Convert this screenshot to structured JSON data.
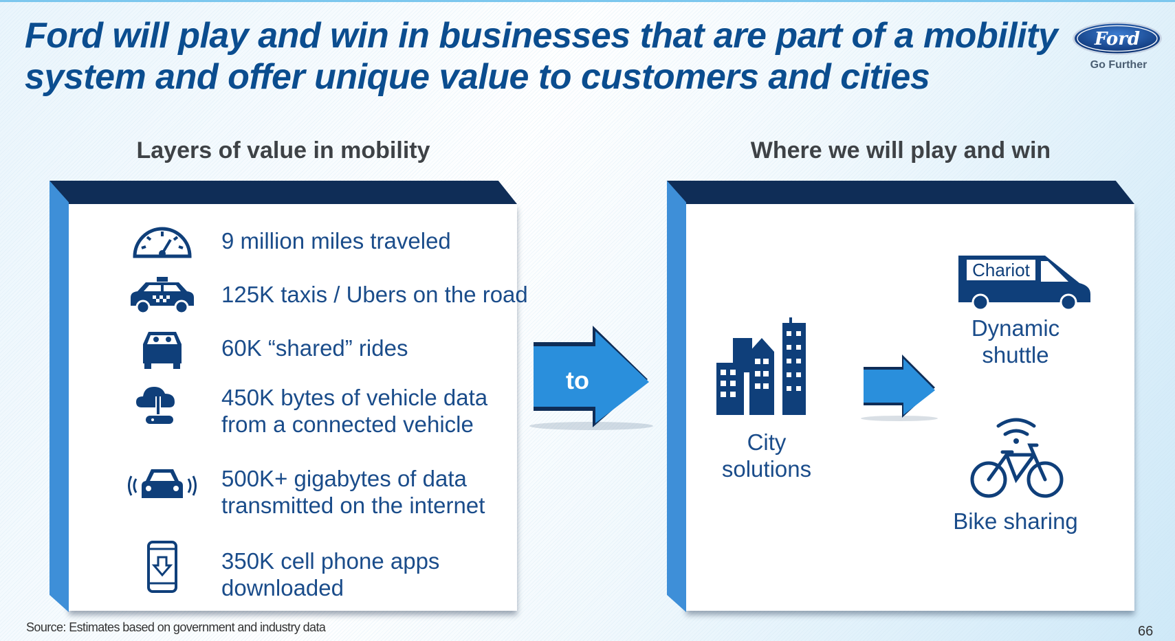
{
  "title": {
    "line1": "Ford will play and win in businesses that are part of a mobility",
    "line2": "system and offer unique value to customers and cities"
  },
  "logo": {
    "brand": "Ford",
    "tagline": "Go Further"
  },
  "left": {
    "heading": "Layers of value in mobility",
    "items": [
      {
        "icon": "speedometer-icon",
        "lines": [
          "9 million miles traveled"
        ]
      },
      {
        "icon": "taxi-icon",
        "lines": [
          "125K taxis / Ubers on the road"
        ]
      },
      {
        "icon": "shared-car-icon",
        "lines": [
          "60K “shared” rides"
        ]
      },
      {
        "icon": "cloud-data-icon",
        "lines": [
          "450K bytes of vehicle data",
          "from a connected vehicle"
        ]
      },
      {
        "icon": "connected-car-icon",
        "lines": [
          "500K+ gigabytes of data",
          "transmitted on the internet"
        ]
      },
      {
        "icon": "phone-download-icon",
        "lines": [
          "350K cell phone apps",
          "downloaded"
        ]
      }
    ]
  },
  "arrow_label": "to",
  "right": {
    "heading": "Where we will play and win",
    "city": [
      "City",
      "solutions"
    ],
    "van_brand": "Chariot",
    "shuttle": [
      "Dynamic",
      "shuttle"
    ],
    "bike": "Bike sharing"
  },
  "colors": {
    "title": "#0b4d8f",
    "navy": "#0f2d57",
    "blue": "#3e8fd8",
    "text": "#1a4c8a"
  },
  "footer": {
    "source": "Source: Estimates based on government and industry data",
    "page": "66"
  }
}
